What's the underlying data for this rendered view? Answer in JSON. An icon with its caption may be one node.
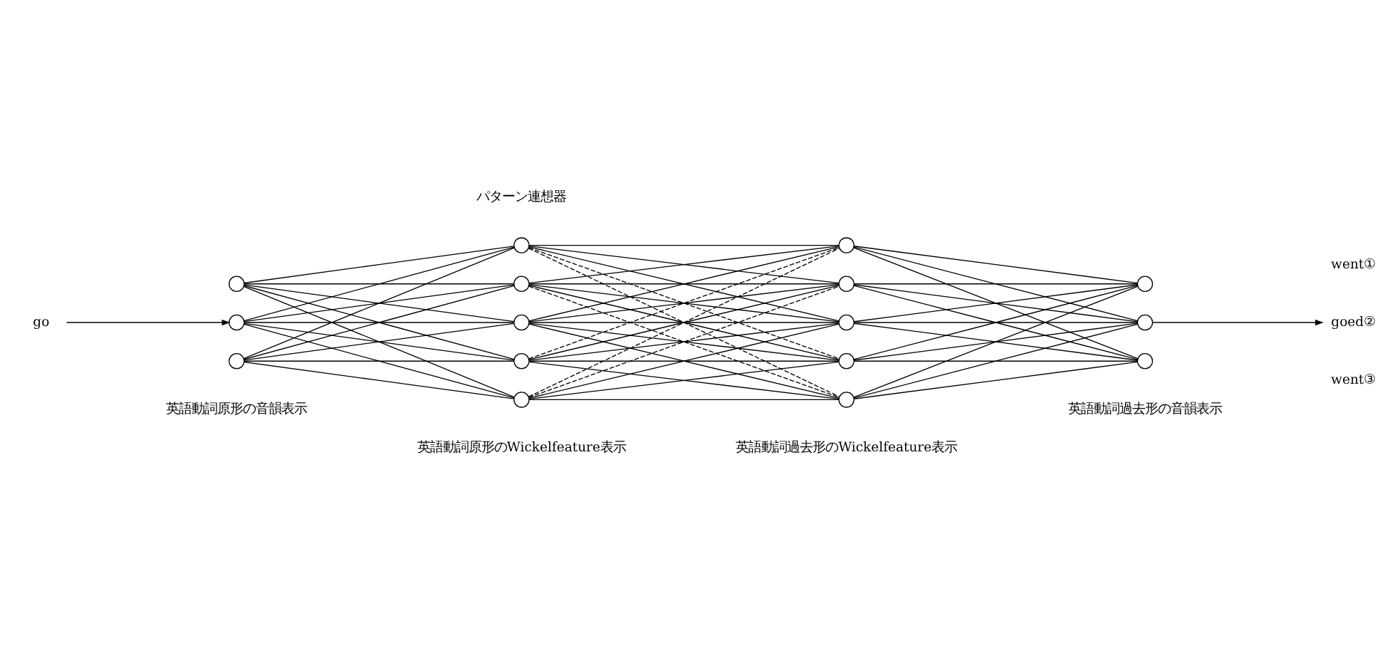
{
  "diagram": {
    "nodes": [
      {
        "text": [
          "go"
        ]
      },
      {
        "text": [],
        "shape": "circle"
      },
      {
        "text": [],
        "shape": "circle"
      },
      {
        "text": [],
        "shape": "circle"
      },
      {
        "text": [],
        "shape": "circle"
      },
      {
        "text": [],
        "shape": "circle"
      },
      {
        "text": [],
        "shape": "circle"
      },
      {
        "text": [],
        "shape": "circle"
      },
      {
        "text": [],
        "shape": "circle"
      },
      {
        "text": [],
        "shape": "circle"
      },
      {
        "text": [],
        "shape": "circle"
      },
      {
        "text": [],
        "shape": "circle"
      },
      {
        "text": [],
        "shape": "circle"
      },
      {
        "text": [],
        "shape": "circle"
      },
      {
        "text": [],
        "shape": "circle"
      },
      {
        "text": [],
        "shape": "circle"
      },
      {
        "text": [],
        "shape": "circle"
      },
      {
        "text": [
          "goed②"
        ]
      }
    ],
    "edges": [
      {
        "from": 0,
        "to": 2,
        "arrow": "to"
      },
      {
        "from": 1,
        "to": 4,
        "arrow": "none"
      },
      {
        "from": 1,
        "to": 5,
        "arrow": "none"
      },
      {
        "from": 1,
        "to": 6,
        "arrow": "none"
      },
      {
        "from": 1,
        "to": 7,
        "arrow": "none"
      },
      {
        "from": 1,
        "to": 8,
        "arrow": "none"
      },
      {
        "from": 2,
        "to": 4,
        "arrow": "none"
      },
      {
        "from": 2,
        "to": 5,
        "arrow": "none"
      },
      {
        "from": 2,
        "to": 6,
        "arrow": "none"
      },
      {
        "from": 2,
        "to": 7,
        "arrow": "none"
      },
      {
        "from": 2,
        "to": 8,
        "arrow": "none"
      },
      {
        "from": 3,
        "to": 4,
        "arrow": "none"
      },
      {
        "from": 3,
        "to": 5,
        "arrow": "none"
      },
      {
        "from": 3,
        "to": 6,
        "arrow": "none"
      },
      {
        "from": 3,
        "to": 7,
        "arrow": "none"
      },
      {
        "from": 3,
        "to": 8,
        "arrow": "none"
      },
      {
        "from": 4,
        "to": 9,
        "arrow": "none"
      },
      {
        "from": 4,
        "to": 10,
        "arrow": "none"
      },
      {
        "from": 4,
        "to": 11,
        "arrow": "none"
      },
      {
        "from": 4,
        "to": 12,
        "arrow": "none",
        "style": "dashed"
      },
      {
        "from": 4,
        "to": 13,
        "arrow": "none",
        "style": "dashed"
      },
      {
        "from": 5,
        "to": 9,
        "arrow": "none"
      },
      {
        "from": 5,
        "to": 10,
        "arrow": "none"
      },
      {
        "from": 5,
        "to": 11,
        "arrow": "none"
      },
      {
        "from": 5,
        "to": 12,
        "arrow": "none"
      },
      {
        "from": 5,
        "to": 13,
        "arrow": "none",
        "style": "dashed"
      },
      {
        "from": 6,
        "to": 9,
        "arrow": "none"
      },
      {
        "from": 6,
        "to": 10,
        "arrow": "none"
      },
      {
        "from": 6,
        "to": 11,
        "arrow": "none"
      },
      {
        "from": 6,
        "to": 12,
        "arrow": "none"
      },
      {
        "from": 6,
        "to": 13,
        "arrow": "none"
      },
      {
        "from": 7,
        "to": 9,
        "arrow": "none",
        "style": "dashed"
      },
      {
        "from": 7,
        "to": 10,
        "arrow": "none"
      },
      {
        "from": 7,
        "to": 11,
        "arrow": "none"
      },
      {
        "from": 7,
        "to": 12,
        "arrow": "none"
      },
      {
        "from": 7,
        "to": 13,
        "arrow": "none"
      },
      {
        "from": 8,
        "to": 9,
        "arrow": "none",
        "style": "dashed"
      },
      {
        "from": 8,
        "to": 10,
        "arrow": "none",
        "style": "dashed"
      },
      {
        "from": 8,
        "to": 11,
        "arrow": "none"
      },
      {
        "from": 8,
        "to": 12,
        "arrow": "none"
      },
      {
        "from": 8,
        "to": 13,
        "arrow": "none"
      },
      {
        "from": 9,
        "to": 14,
        "arrow": "none"
      },
      {
        "from": 9,
        "to": 15,
        "arrow": "none"
      },
      {
        "from": 9,
        "to": 16,
        "arrow": "none"
      },
      {
        "from": 10,
        "to": 14,
        "arrow": "none"
      },
      {
        "from": 10,
        "to": 15,
        "arrow": "none"
      },
      {
        "from": 10,
        "to": 16,
        "arrow": "none"
      },
      {
        "from": 11,
        "to": 14,
        "arrow": "none"
      },
      {
        "from": 11,
        "to": 15,
        "arrow": "none"
      },
      {
        "from": 11,
        "to": 16,
        "arrow": "none"
      },
      {
        "from": 12,
        "to": 14,
        "arrow": "none"
      },
      {
        "from": 12,
        "to": 15,
        "arrow": "none"
      },
      {
        "from": 12,
        "to": 16,
        "arrow": "none"
      },
      {
        "from": 13,
        "to": 14,
        "arrow": "none"
      },
      {
        "from": 13,
        "to": 15,
        "arrow": "none"
      },
      {
        "from": 13,
        "to": 16,
        "arrow": "none"
      },
      {
        "from": 15,
        "to": 17,
        "arrow": "to"
      }
    ],
    "labels": [
      "パターン連想器",
      "went①",
      "went③",
      "英語動詞原形の音韻表示",
      "英語動詞原形のWickelfeature表示",
      "英語動詞過去形のWickelfeature表示",
      "英語動詞過去形の音韻表示"
    ]
  }
}
